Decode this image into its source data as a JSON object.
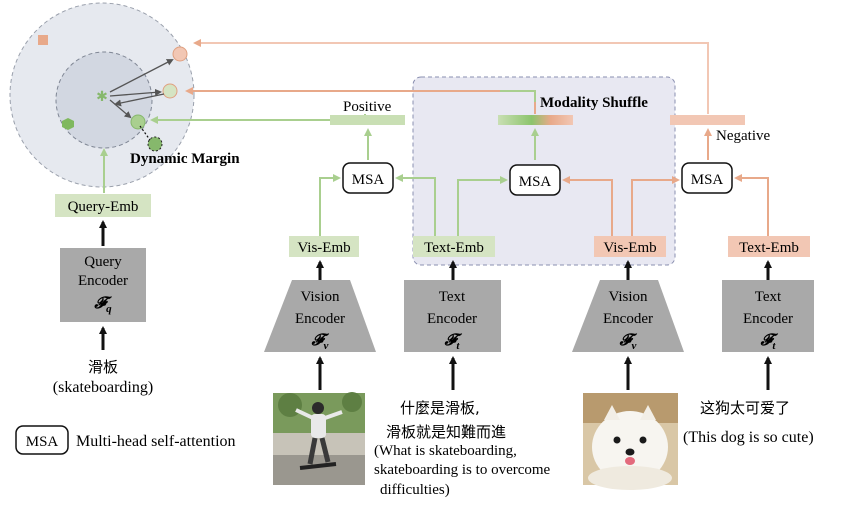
{
  "colors": {
    "green_fill": "#d5e4c3",
    "green_line": "#a9cf8f",
    "orange_fill": "#f2c7b4",
    "orange_line": "#e8a98a",
    "gray_encoder": "#a9a9a9",
    "shuffle_bg": "#e8e8f2",
    "outer_circle": "#e6e9ef",
    "inner_circle": "#d2d7e1"
  },
  "labels": {
    "positive": "Positive",
    "negative": "Negative",
    "modality_shuffle": "Modality Shuffle",
    "dynamic_margin": "Dynamic Margin",
    "msa": "MSA",
    "query_emb": "Query-Emb",
    "vis_emb": "Vis-Emb",
    "text_emb": "Text-Emb"
  },
  "encoders": {
    "query": {
      "line1": "Query",
      "line2": "Encoder",
      "symbol": "𝓕",
      "sub": "q"
    },
    "vision": {
      "line1": "Vision",
      "line2": "Encoder",
      "symbol": "𝓕",
      "sub": "v"
    },
    "text": {
      "line1": "Text",
      "line2": "Encoder",
      "symbol": "𝓕",
      "sub": "t"
    }
  },
  "inputs": {
    "query_cn": "滑板",
    "query_en": "(skateboarding)",
    "pos_text_cn_1": "什麼是滑板,",
    "pos_text_cn_2": "滑板就是知難而進",
    "pos_text_en_1": "(What is skateboarding,",
    "pos_text_en_2": "skateboarding is to overcome",
    "pos_text_en_3": "difficulties)",
    "neg_text_cn": "这狗太可爱了",
    "neg_text_en": "(This dog is so cute)"
  },
  "legend": {
    "box": "MSA",
    "text": "Multi-head self-attention"
  }
}
